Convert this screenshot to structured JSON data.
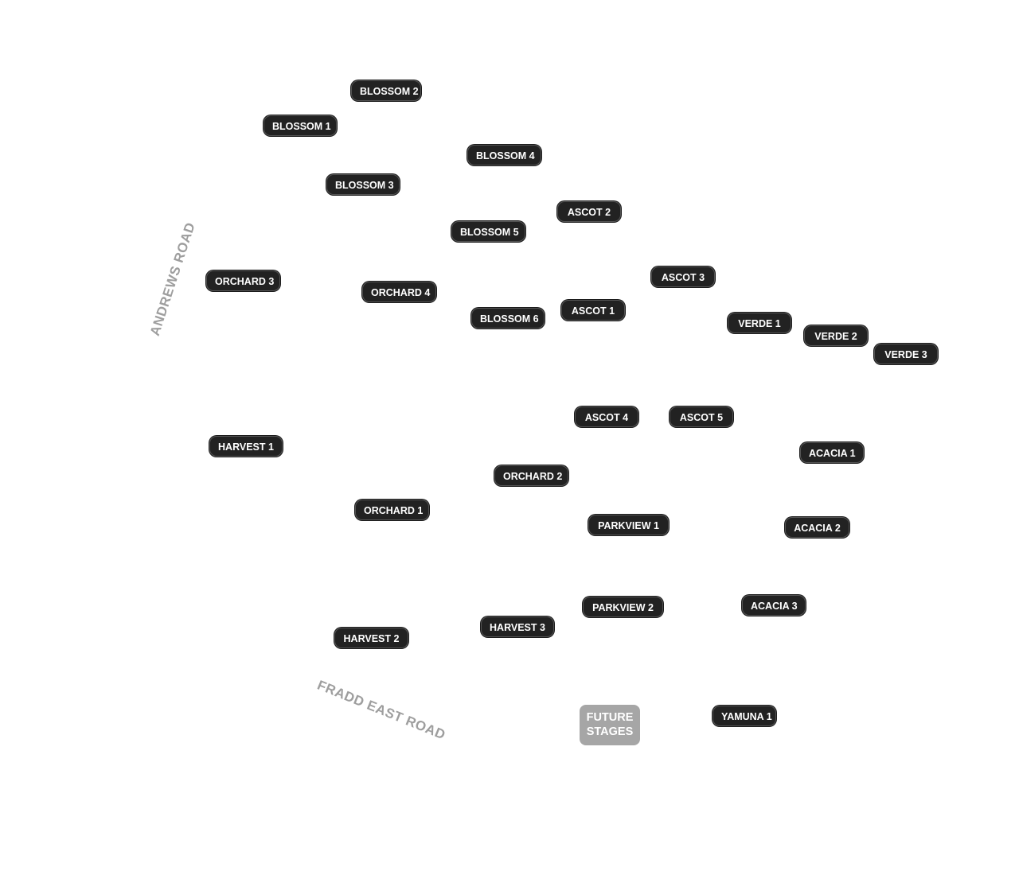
{
  "colors": {
    "label_bg": "#222222",
    "label_text": "#ffffff",
    "future_bg": "#a6a6a6",
    "road_text": "#9e9e9e"
  },
  "roads": {
    "andrews": "ANDREWS ROAD",
    "fradd": "FRADD EAST ROAD"
  },
  "future_stages": {
    "line1": "FUTURE",
    "line2": "STAGES"
  },
  "stages": [
    {
      "id": "blossom-2",
      "label": "BLOSSOM 2"
    },
    {
      "id": "blossom-1",
      "label": "BLOSSOM 1"
    },
    {
      "id": "blossom-4",
      "label": "BLOSSOM 4"
    },
    {
      "id": "blossom-3",
      "label": "BLOSSOM 3"
    },
    {
      "id": "ascot-2",
      "label": "ASCOT 2"
    },
    {
      "id": "blossom-5",
      "label": "BLOSSOM 5"
    },
    {
      "id": "orchard-3",
      "label": "ORCHARD 3"
    },
    {
      "id": "orchard-4",
      "label": "ORCHARD 4"
    },
    {
      "id": "ascot-3",
      "label": "ASCOT 3"
    },
    {
      "id": "ascot-1",
      "label": "ASCOT 1"
    },
    {
      "id": "blossom-6",
      "label": "BLOSSOM 6"
    },
    {
      "id": "verde-1",
      "label": "VERDE 1"
    },
    {
      "id": "verde-2",
      "label": "VERDE 2"
    },
    {
      "id": "verde-3",
      "label": "VERDE 3"
    },
    {
      "id": "ascot-4",
      "label": "ASCOT 4"
    },
    {
      "id": "ascot-5",
      "label": "ASCOT 5"
    },
    {
      "id": "harvest-1",
      "label": "HARVEST 1"
    },
    {
      "id": "acacia-1",
      "label": "ACACIA 1"
    },
    {
      "id": "orchard-2",
      "label": "ORCHARD 2"
    },
    {
      "id": "orchard-1",
      "label": "ORCHARD 1"
    },
    {
      "id": "parkview-1",
      "label": "PARKVIEW 1"
    },
    {
      "id": "acacia-2",
      "label": "ACACIA 2"
    },
    {
      "id": "parkview-2",
      "label": "PARKVIEW 2"
    },
    {
      "id": "acacia-3",
      "label": "ACACIA 3"
    },
    {
      "id": "harvest-3",
      "label": "HARVEST 3"
    },
    {
      "id": "harvest-2",
      "label": "HARVEST 2"
    },
    {
      "id": "yamuna-1",
      "label": "YAMUNA 1"
    }
  ]
}
